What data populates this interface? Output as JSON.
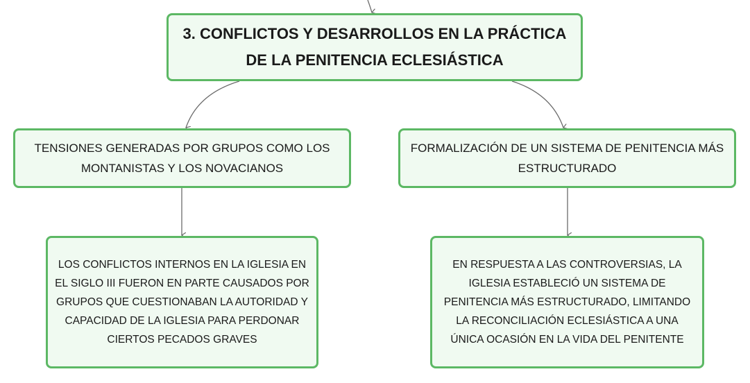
{
  "main_topic": {
    "label": "3. CONFLICTOS Y DESARROLLOS EN LA PRÁCTICA DE LA PENITENCIA ECLESIÁSTICA"
  },
  "branches": [
    {
      "label": "TENSIONES GENERADAS POR GRUPOS COMO LOS MONTANISTAS Y LOS NOVACIANOS",
      "detail": "LOS CONFLICTOS INTERNOS EN LA IGLESIA EN EL SIGLO III FUERON EN PARTE CAUSADOS POR GRUPOS QUE CUESTIONABAN LA AUTORIDAD Y CAPACIDAD DE LA IGLESIA PARA PERDONAR CIERTOS PECADOS GRAVES"
    },
    {
      "label": "FORMALIZACIÓN DE UN SISTEMA DE PENITENCIA MÁS ESTRUCTURADO",
      "detail": "EN RESPUESTA A LAS CONTROVERSIAS, LA IGLESIA ESTABLECIÓ UN SISTEMA DE PENITENCIA MÁS ESTRUCTURADO, LIMITANDO LA RECONCILIACIÓN ECLESIÁSTICA A UNA ÚNICA OCASIÓN EN LA VIDA DEL PENITENTE"
    }
  ],
  "colors": {
    "node_border": "#5cb864",
    "node_fill": "#f0faf1",
    "connector": "#6b6b6b",
    "text": "#1a1a1a"
  }
}
